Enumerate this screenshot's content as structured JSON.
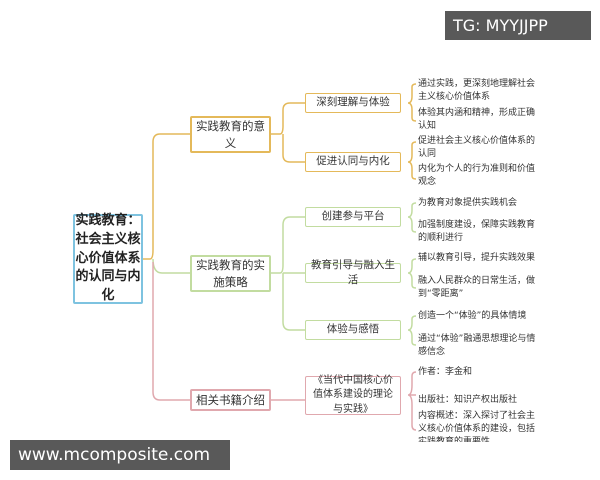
{
  "watermarks": {
    "top_right": "TG: MYYJJPP",
    "bottom_left": "www.mcomposite.com"
  },
  "colors": {
    "root": "#7ec3e0",
    "branch1": "#e4b95a",
    "branch2": "#c2dca0",
    "branch3": "#e0a8ae"
  },
  "root": "实践教育：社会主义核心价值体系的认同与内化",
  "branches": [
    {
      "label": "实践教育的意义",
      "children": [
        {
          "label": "深刻理解与体验",
          "leaves": [
            "通过实践，更深刻地理解社会主义核心价值体系",
            "体验其内涵和精神，形成正确认知"
          ]
        },
        {
          "label": "促进认同与内化",
          "leaves": [
            "促进社会主义核心价值体系的认同",
            "内化为个人的行为准则和价值观念"
          ]
        }
      ]
    },
    {
      "label": "实践教育的实施策略",
      "children": [
        {
          "label": "创建参与平台",
          "leaves": [
            "为教育对象提供实践机会",
            "加强制度建设，保障实践教育的顺利进行"
          ]
        },
        {
          "label": "教育引导与融入生活",
          "leaves": [
            "辅以教育引导，提升实践效果",
            "融入人民群众的日常生活，做到“零距离”"
          ]
        },
        {
          "label": "体验与感悟",
          "leaves": [
            "创造一个“体验”的具体情境",
            "通过“体验”融通思想理论与情感信念"
          ]
        }
      ]
    },
    {
      "label": "相关书籍介绍",
      "children": [
        {
          "label": "《当代中国核心价值体系建设的理论与实践》",
          "leaves": [
            "作者：李金和",
            "出版社：知识产权出版社",
            "内容概述：深入探讨了社会主义核心价值体系的建设，包括实践教育的重要性"
          ]
        }
      ]
    }
  ]
}
